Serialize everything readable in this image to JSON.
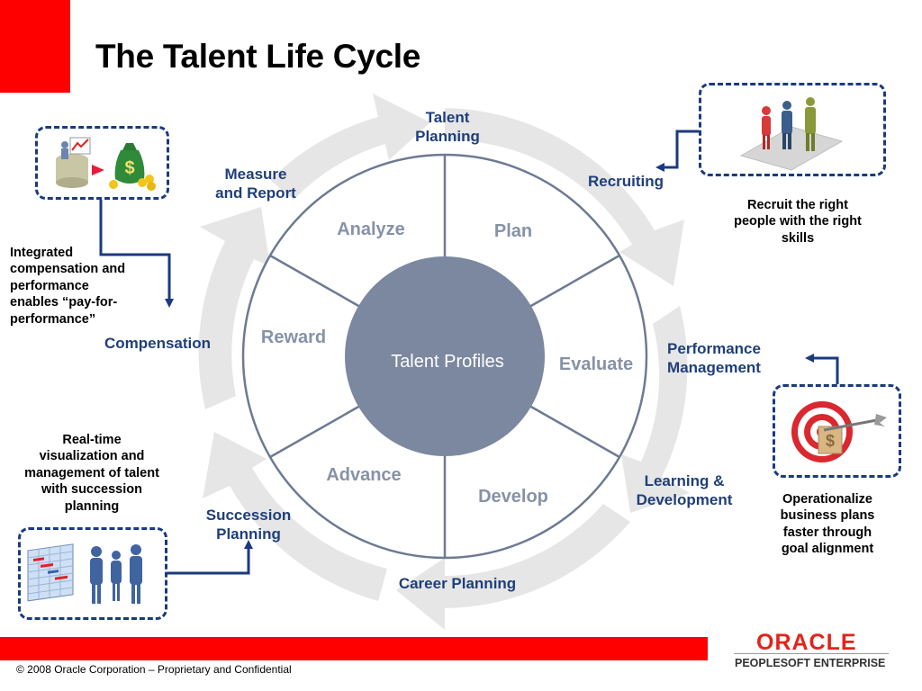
{
  "title": "The Talent Life Cycle",
  "wheel": {
    "center": "Talent Profiles",
    "segments": [
      "Analyze",
      "Plan",
      "Evaluate",
      "Develop",
      "Advance",
      "Reward"
    ]
  },
  "stages": {
    "talent_planning": [
      "Talent",
      "Planning"
    ],
    "recruiting": "Recruiting",
    "performance_management": [
      "Performance",
      "Management"
    ],
    "learning_development": [
      "Learning &",
      "Development"
    ],
    "career_planning": "Career Planning",
    "succession_planning": [
      "Succession",
      "Planning"
    ],
    "compensation": "Compensation",
    "measure_report": [
      "Measure",
      "and Report"
    ]
  },
  "notes": {
    "recruit": [
      "Recruit the right",
      "people with the right",
      "skills"
    ],
    "compensation": [
      "Integrated",
      "compensation and",
      "performance",
      "enables “pay-for-",
      "performance”"
    ],
    "visualization": [
      "Real-time",
      "visualization and",
      "management of talent",
      "with succession",
      "planning"
    ],
    "goal": [
      "Operationalize",
      "business plans",
      "faster through",
      "goal alignment"
    ]
  },
  "footer": {
    "copyright": "© 2008 Oracle Corporation – Proprietary and Confidential",
    "logo_main": "ORACLE",
    "logo_sub": "PEOPLESOFT ENTERPRISE"
  },
  "icons": {
    "recruiting": "people-on-platform-icon",
    "compensation": "money-bag-chart-icon",
    "succession": "gantt-chart-people-icon",
    "performance": "target-dart-icon"
  },
  "colors": {
    "accent_red": "#ff0000",
    "label_blue": "#1f3f7a",
    "wheel_center": "#7c889f",
    "wheel_stroke": "#6d7a93",
    "segment_text": "#8792a8",
    "dash_border": "#1a3a80",
    "ring_gray": "#e6e6e6"
  }
}
